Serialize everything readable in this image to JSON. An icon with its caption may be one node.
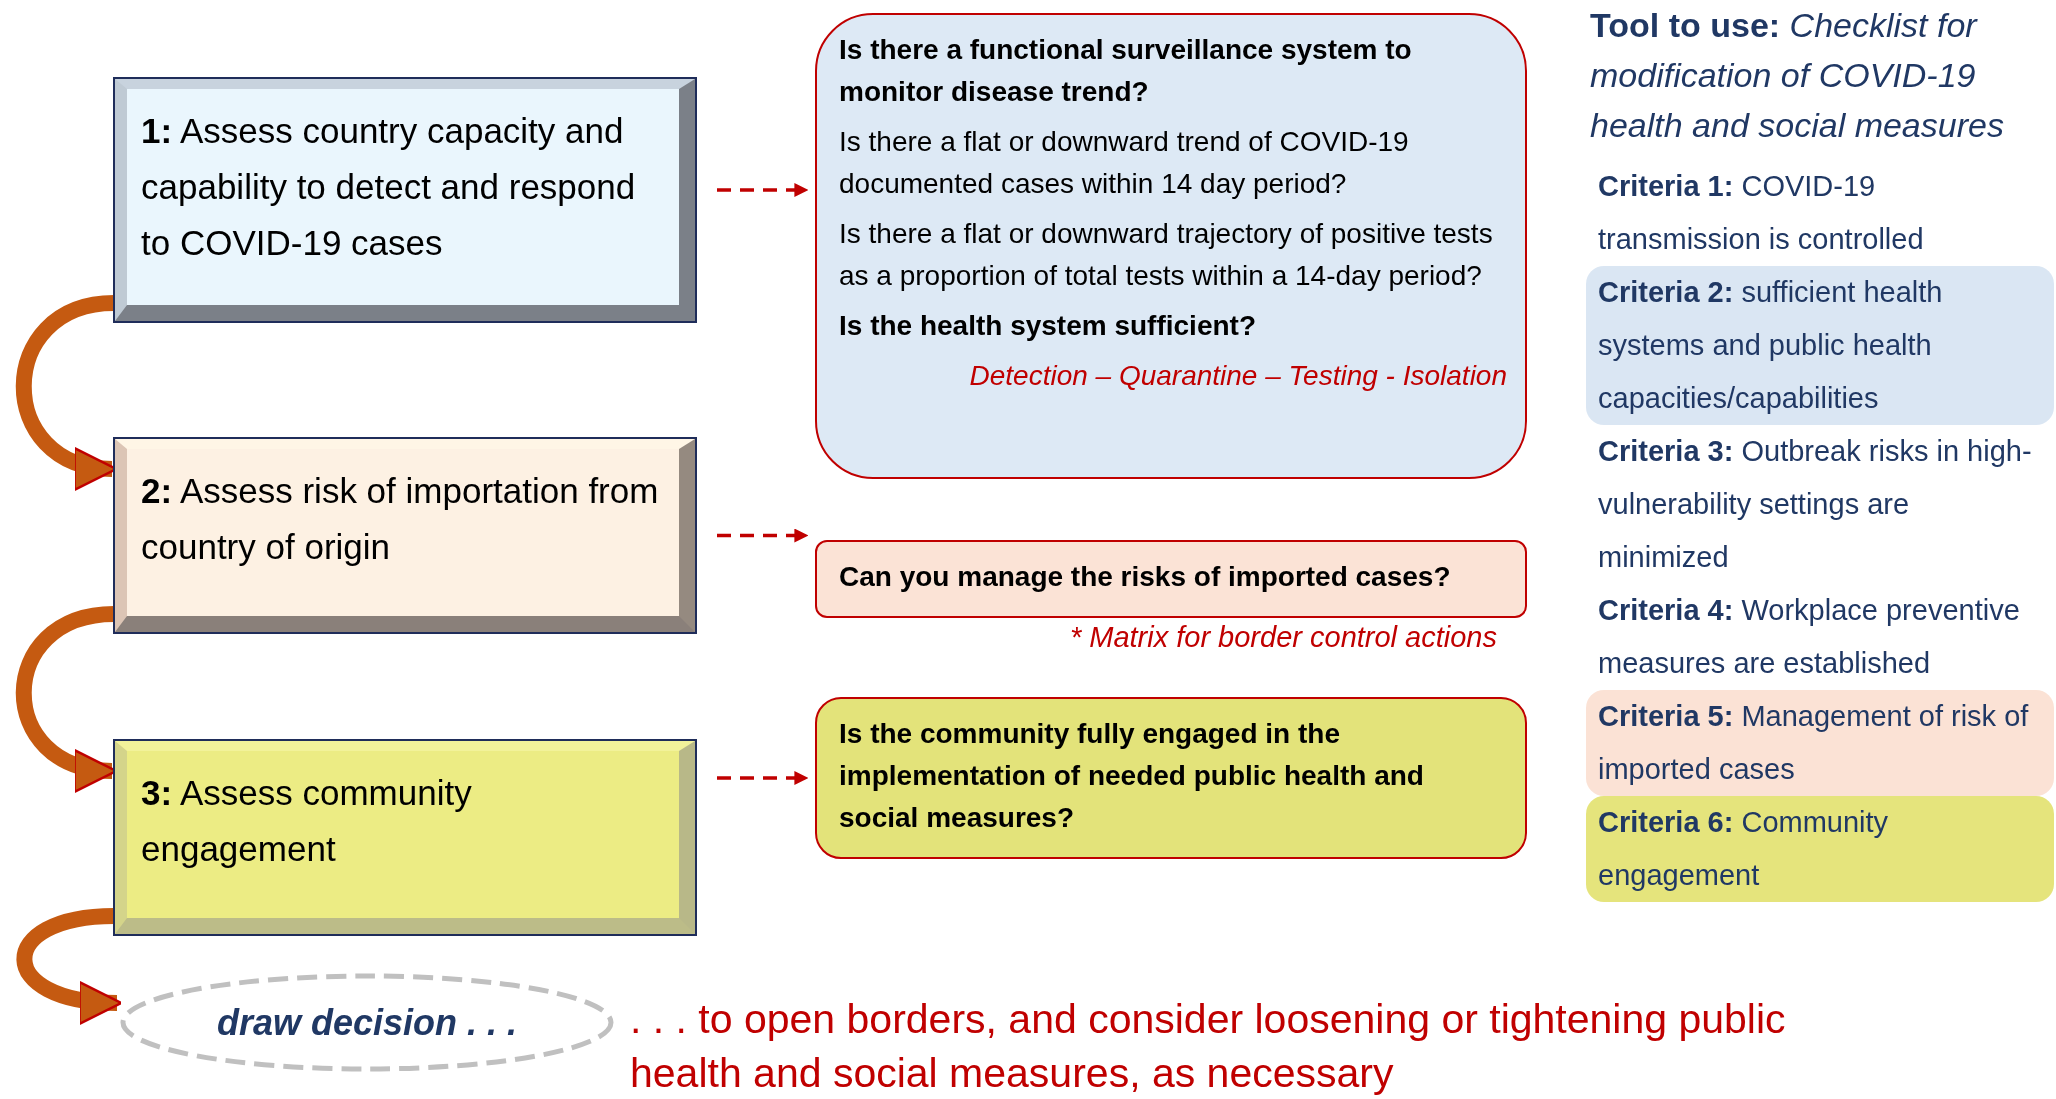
{
  "diagram": {
    "title": "**Tool to use:** *Checklist for modification of COVID-19 health and social measures*",
    "nodes": [
      {
        "text": [
          "**1:** Assess country capacity and capability to detect and respond to COVID-19 cases"
        ]
      },
      {
        "text": [
          "Is there a functional surveillance system to monitor disease trend?",
          "Is there a flat or downward trend of COVID-19 documented cases within 14 day period?",
          "Is there a flat or downward trajectory of positive tests as a proportion of total tests within a 14-day period?",
          "Is the health system sufficient?",
          "Detection – Quarantine – Testing - Isolation"
        ]
      },
      {
        "text": [
          "**2:** Assess risk of importation from country of origin"
        ]
      },
      {
        "text": [
          "Can you manage the risks of imported cases?"
        ],
        "beside": [
          "* Matrix for border control actions"
        ]
      },
      {
        "text": [
          "**3:** Assess community engagement"
        ]
      },
      {
        "text": [
          "Is the community fully engaged in the implementation of needed public health and social measures?"
        ]
      },
      {
        "text": [
          "draw decision . . ."
        ]
      },
      {
        "text": [
          "**Criteria 2:** sufficient health systems and public health capacities/capabilities"
        ]
      },
      {
        "text": [
          "**Criteria 5:** Management of risk of imported cases"
        ]
      },
      {
        "text": [
          "**Criteria 6:** Community engagement"
        ]
      }
    ],
    "edges": [
      {
        "from": 0,
        "to": 1,
        "arrow": "to",
        "style": "dashed",
        "color": "#c00000"
      },
      {
        "from": 2,
        "to": 3,
        "arrow": "to",
        "style": "dashed",
        "color": "#c00000"
      },
      {
        "from": 4,
        "to": 5,
        "arrow": "to",
        "style": "dashed",
        "color": "#c00000"
      },
      {
        "from": 0,
        "to": 2,
        "arrow": "to",
        "style": "thick",
        "color": "#c55a11"
      },
      {
        "from": 2,
        "to": 4,
        "arrow": "to",
        "style": "thick",
        "color": "#c55a11"
      },
      {
        "from": 4,
        "to": 6,
        "arrow": "to",
        "style": "thick",
        "color": "#c55a11"
      }
    ],
    "labels": [
      "**Criteria 1:** COVID-19 transmission is controlled",
      "**Criteria 3:** Outbreak risks in high-vulnerability settings are minimized",
      "**Criteria 4:** Workplace preventive measures are established",
      ". . . to open borders, and consider loosening or tightening public health and social measures, as necessary"
    ]
  }
}
